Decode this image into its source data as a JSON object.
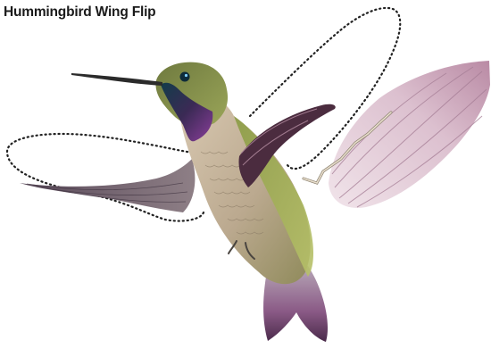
{
  "figure": {
    "title": "Hummingbird Wing Flip"
  },
  "colors": {
    "title_text": "#1a1a1a",
    "throat_gorget": "#5a2a6b",
    "crown_green": "#7d8b45",
    "wing_pink": "#d7b8c8",
    "outline_dotted": "#222222"
  },
  "icons": {
    "bird": "hummingbird-illustration",
    "detached_wing": "wing-bone-illustration"
  }
}
